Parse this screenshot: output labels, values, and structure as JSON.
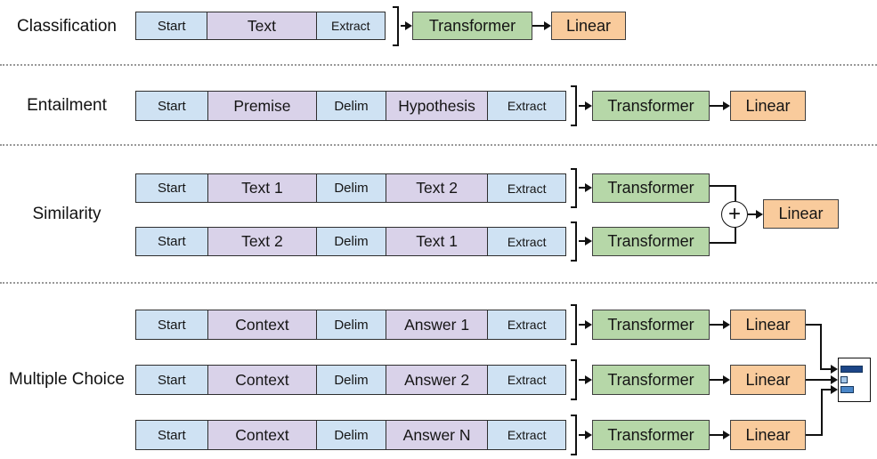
{
  "figure": {
    "sections": [
      {
        "label": "Classification",
        "rows": [
          {
            "tokens": [
              "Start",
              "Text",
              "Extract"
            ]
          }
        ],
        "transformers": [
          "Transformer"
        ],
        "linears": [
          "Linear"
        ]
      },
      {
        "label": "Entailment",
        "rows": [
          {
            "tokens": [
              "Start",
              "Premise",
              "Delim",
              "Hypothesis",
              "Extract"
            ]
          }
        ],
        "transformers": [
          "Transformer"
        ],
        "linears": [
          "Linear"
        ]
      },
      {
        "label": "Similarity",
        "rows": [
          {
            "tokens": [
              "Start",
              "Text 1",
              "Delim",
              "Text 2",
              "Extract"
            ]
          },
          {
            "tokens": [
              "Start",
              "Text 2",
              "Delim",
              "Text 1",
              "Extract"
            ]
          }
        ],
        "transformers": [
          "Transformer",
          "Transformer"
        ],
        "linears": [
          "Linear"
        ],
        "combine_symbol": "+"
      },
      {
        "label": "Multiple Choice",
        "rows": [
          {
            "tokens": [
              "Start",
              "Context",
              "Delim",
              "Answer 1",
              "Extract"
            ]
          },
          {
            "tokens": [
              "Start",
              "Context",
              "Delim",
              "Answer 2",
              "Extract"
            ]
          },
          {
            "tokens": [
              "Start",
              "Context",
              "Delim",
              "Answer N",
              "Extract"
            ]
          }
        ],
        "transformers": [
          "Transformer",
          "Transformer",
          "Transformer"
        ],
        "linears": [
          "Linear",
          "Linear",
          "Linear"
        ],
        "output_bars": [
          {
            "relative_width": 25
          },
          {
            "relative_width": 8
          },
          {
            "relative_width": 15
          }
        ]
      }
    ]
  },
  "colors": {
    "token-blue": "#cfe2f3",
    "token-lavender": "#d9d2e9",
    "transformer-green": "#b6d7a8",
    "linear-orange": "#f9cb9c",
    "bar-dark": "#1c4587",
    "bar-light": "#a4c6e8",
    "bar-mid": "#4a86c8",
    "line-black": "#111111",
    "separator-gray": "#999999"
  }
}
